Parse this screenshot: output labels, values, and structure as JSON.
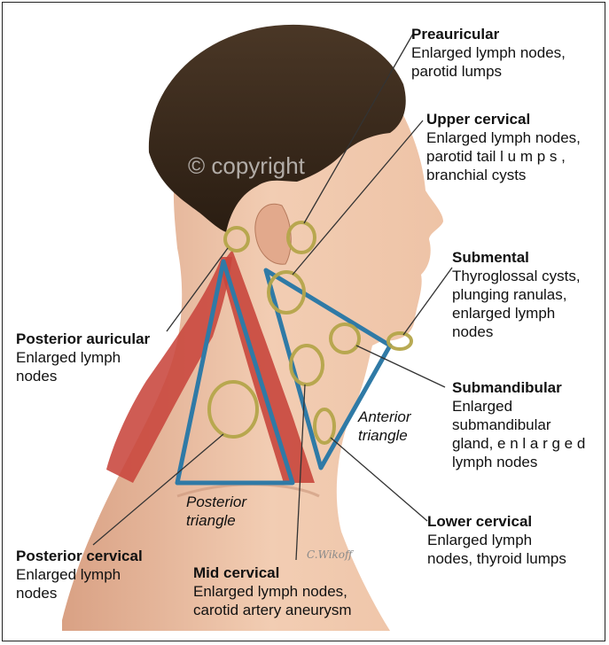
{
  "watermark": "© copyright",
  "signature": "C.Wikoff",
  "triangles": {
    "anterior": "Anterior\ntriangle",
    "posterior": "Posterior\ntriangle"
  },
  "labels": {
    "preauricular": {
      "title": "Preauricular",
      "desc": "Enlarged lymph nodes,\nparotid lumps"
    },
    "upper_cervical": {
      "title": "Upper cervical",
      "desc": "Enlarged lymph nodes,\nparotid tail l u m p s ,\nbranchial cysts"
    },
    "submental": {
      "title": "Submental",
      "desc": "Thyroglossal cysts,\nplunging ranulas,\nenlarged lymph\nnodes"
    },
    "submandibular": {
      "title": "Submandibular",
      "desc": "Enlarged\nsubmandibular\ngland, e n l a r g e d\nlymph nodes"
    },
    "lower_cervical": {
      "title": "Lower cervical",
      "desc": "Enlarged lymph\nnodes, thyroid lumps"
    },
    "mid_cervical": {
      "title": "Mid cervical",
      "desc": "Enlarged lymph nodes,\ncarotid artery aneurysm"
    },
    "posterior_cervical": {
      "title": "Posterior cervical",
      "desc": "Enlarged lymph\nnodes"
    },
    "posterior_auricular": {
      "title": "Posterior auricular",
      "desc": "Enlarged lymph\nnodes"
    }
  },
  "colors": {
    "hair": "#3a2a1c",
    "skin": "#f0c9ad",
    "skin_shadow": "#d9a88a",
    "muscle": "#c8463c",
    "triangle_outline": "#2f7aa6",
    "node_ring": "#b5a64a",
    "leader_line": "#333333"
  }
}
